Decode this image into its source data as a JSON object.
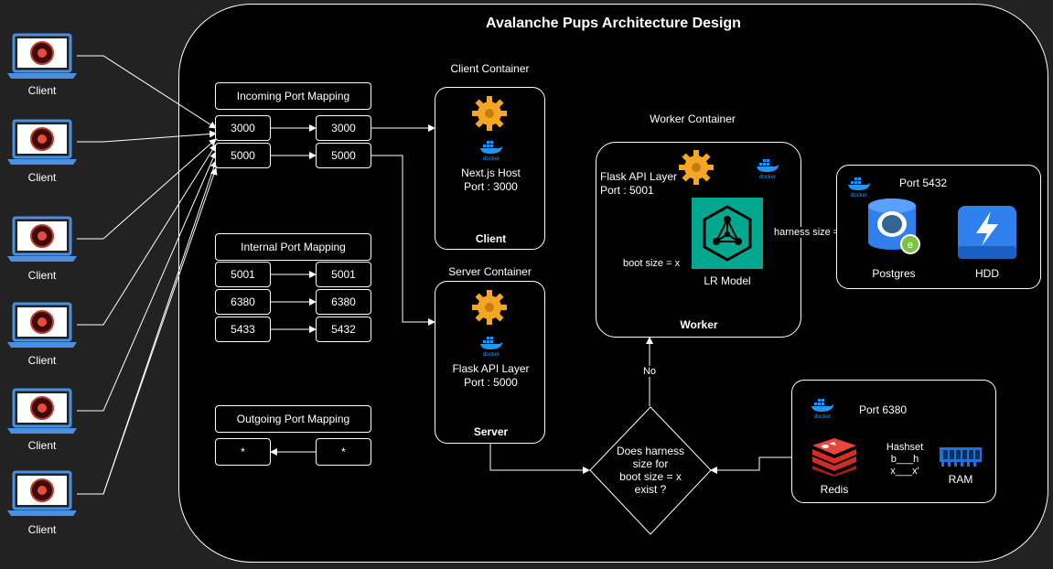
{
  "title": "Avalanche Pups Architecture Design",
  "client_label": "Client",
  "incoming": {
    "title": "Incoming Port Mapping",
    "rows": [
      {
        "from": "3000",
        "to": "3000"
      },
      {
        "from": "5000",
        "to": "5000"
      }
    ]
  },
  "internal": {
    "title": "Internal Port Mapping",
    "rows": [
      {
        "from": "5001",
        "to": "5001"
      },
      {
        "from": "6380",
        "to": "6380"
      },
      {
        "from": "5433",
        "to": "5432"
      }
    ]
  },
  "outgoing": {
    "title": "Outgoing Port Mapping",
    "rows": [
      {
        "from": "*",
        "to": "*"
      }
    ]
  },
  "client_container": {
    "title": "Client Container",
    "line1": "Next.js Host",
    "line2": "Port : 3000",
    "footer": "Client"
  },
  "server_container": {
    "title": "Server Container",
    "line1": "Flask API Layer",
    "line2": "Port : 5000",
    "footer": "Server"
  },
  "worker_container": {
    "title": "Worker Container",
    "line1": "Flask API Layer",
    "line2": "Port : 5001",
    "model": "LR Model",
    "footer": "Worker",
    "boot_label": "boot size = x",
    "harness_label": "harness size = x'"
  },
  "postgres_container": {
    "port": "Port  5432",
    "db": "Postgres",
    "storage": "HDD"
  },
  "redis_container": {
    "port": "Port 6380",
    "db": "Redis",
    "hashset": "Hashset",
    "hash1": "b___h",
    "hash2": "x___x'",
    "memory": "RAM"
  },
  "decision": {
    "line1": "Does harness",
    "line2": "size for",
    "line3": "boot size = x",
    "line4": "exist ?",
    "no_label": "No"
  },
  "docker_text": "docker",
  "colors": {
    "background": "#222222",
    "canvas": "#000000",
    "stroke": "#ffffff",
    "gear": "#f5a623",
    "docker": "#2496ed",
    "redis": "#c6302b",
    "ram": "#1e73d8",
    "postgres": "#336791",
    "lrmodel": "#01a88d",
    "hdd": "#2f80ed"
  }
}
